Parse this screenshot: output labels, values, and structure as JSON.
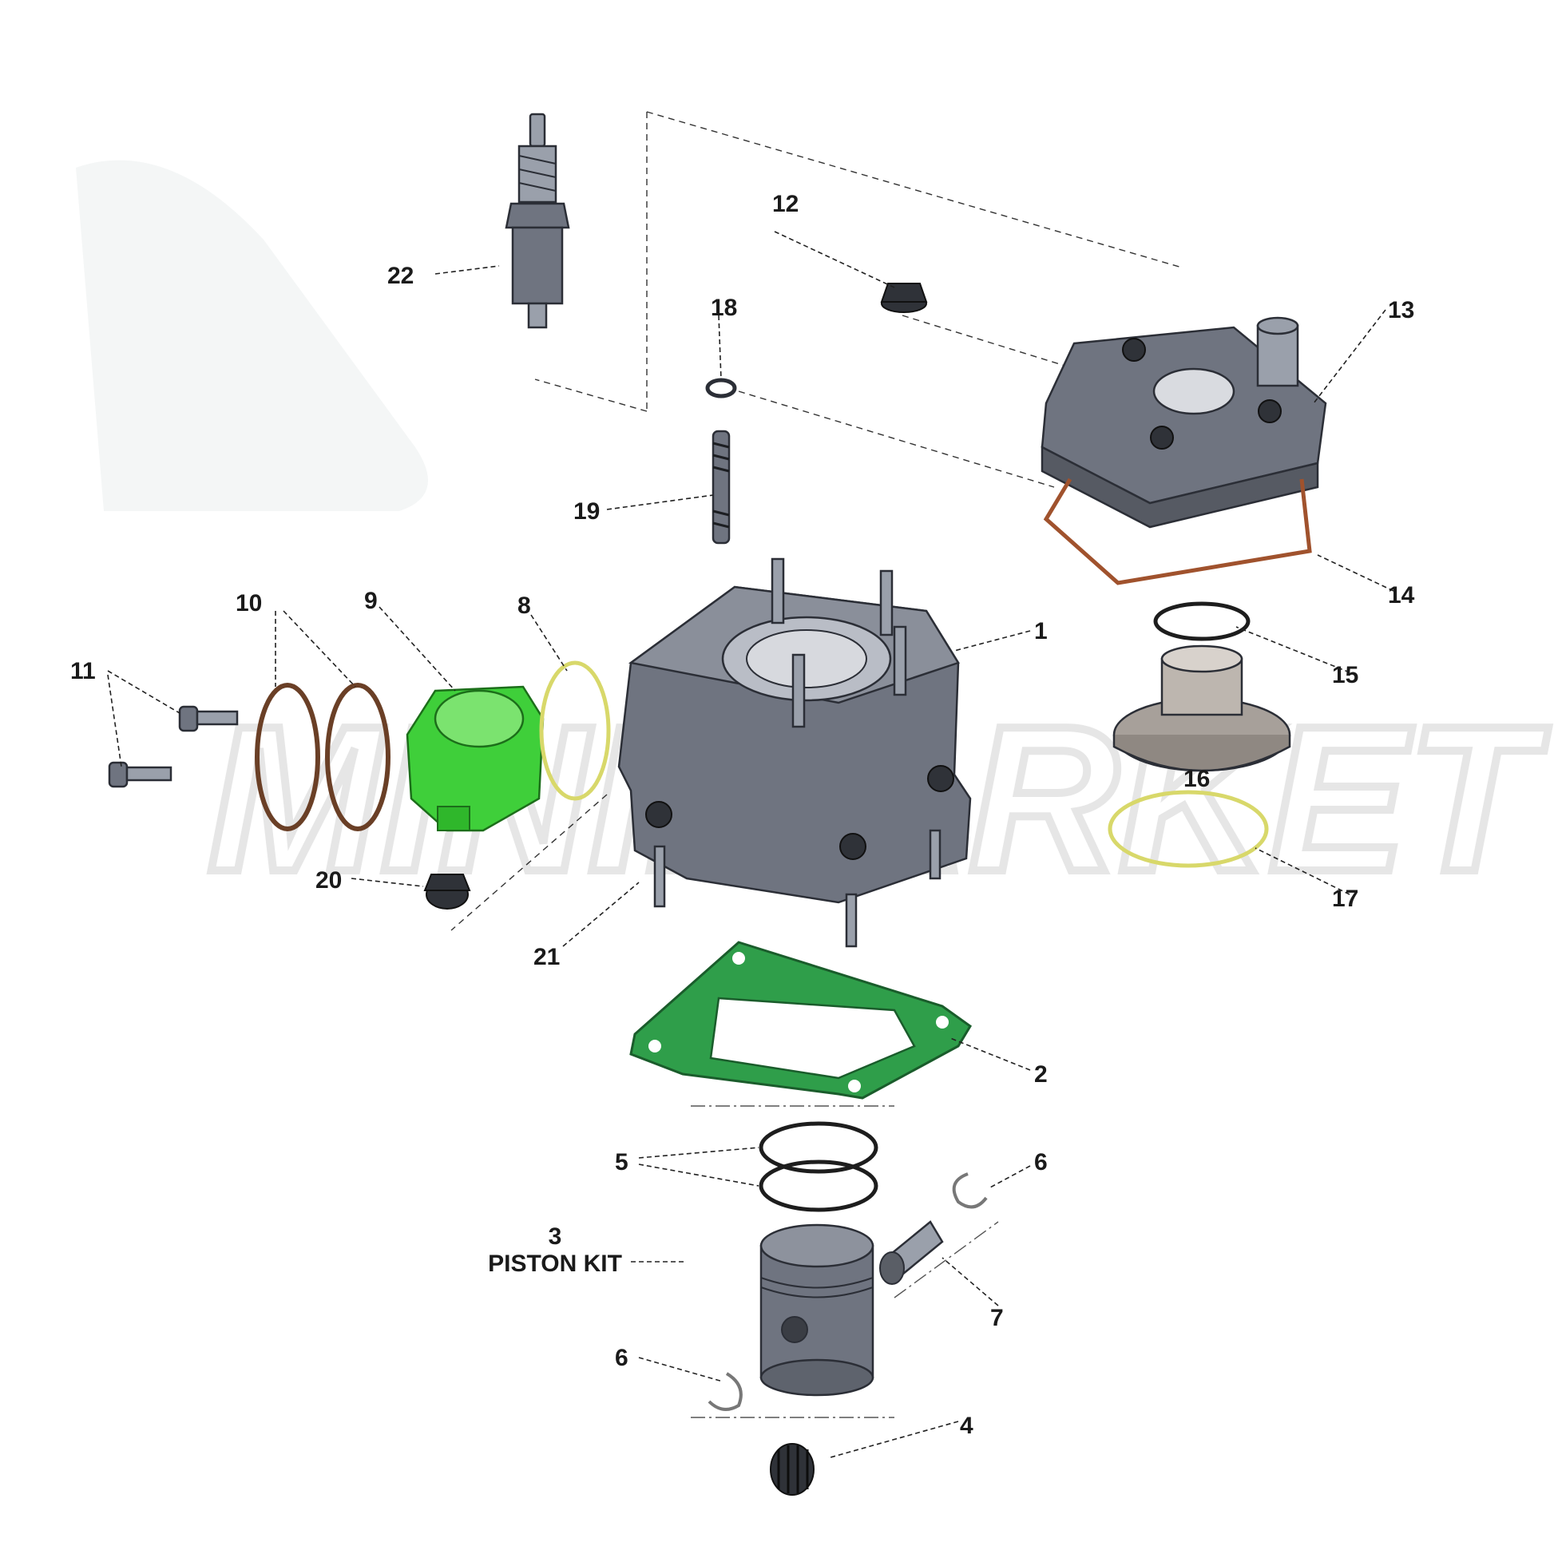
{
  "watermark": "MINIMARKET",
  "piston_kit_caption": "PISTON KIT",
  "colors": {
    "metal": "#6f7480",
    "intake_green": "#3fcf3a",
    "gasket_green": "#2f9e4a",
    "oring_brown": "#6a3f26",
    "oring_yellow": "#d8d86a",
    "gasket_copper": "#a0522d"
  },
  "callouts": [
    {
      "id": "1",
      "text": "1"
    },
    {
      "id": "2",
      "text": "2"
    },
    {
      "id": "3",
      "text": "3"
    },
    {
      "id": "4",
      "text": "4"
    },
    {
      "id": "5",
      "text": "5"
    },
    {
      "id": "6a",
      "text": "6"
    },
    {
      "id": "6b",
      "text": "6"
    },
    {
      "id": "7",
      "text": "7"
    },
    {
      "id": "8",
      "text": "8"
    },
    {
      "id": "9",
      "text": "9"
    },
    {
      "id": "10",
      "text": "10"
    },
    {
      "id": "11",
      "text": "11"
    },
    {
      "id": "12",
      "text": "12"
    },
    {
      "id": "13",
      "text": "13"
    },
    {
      "id": "14",
      "text": "14"
    },
    {
      "id": "15",
      "text": "15"
    },
    {
      "id": "16",
      "text": "16"
    },
    {
      "id": "17",
      "text": "17"
    },
    {
      "id": "18",
      "text": "18"
    },
    {
      "id": "19",
      "text": "19"
    },
    {
      "id": "20",
      "text": "20"
    },
    {
      "id": "21",
      "text": "21"
    },
    {
      "id": "22",
      "text": "22"
    }
  ]
}
